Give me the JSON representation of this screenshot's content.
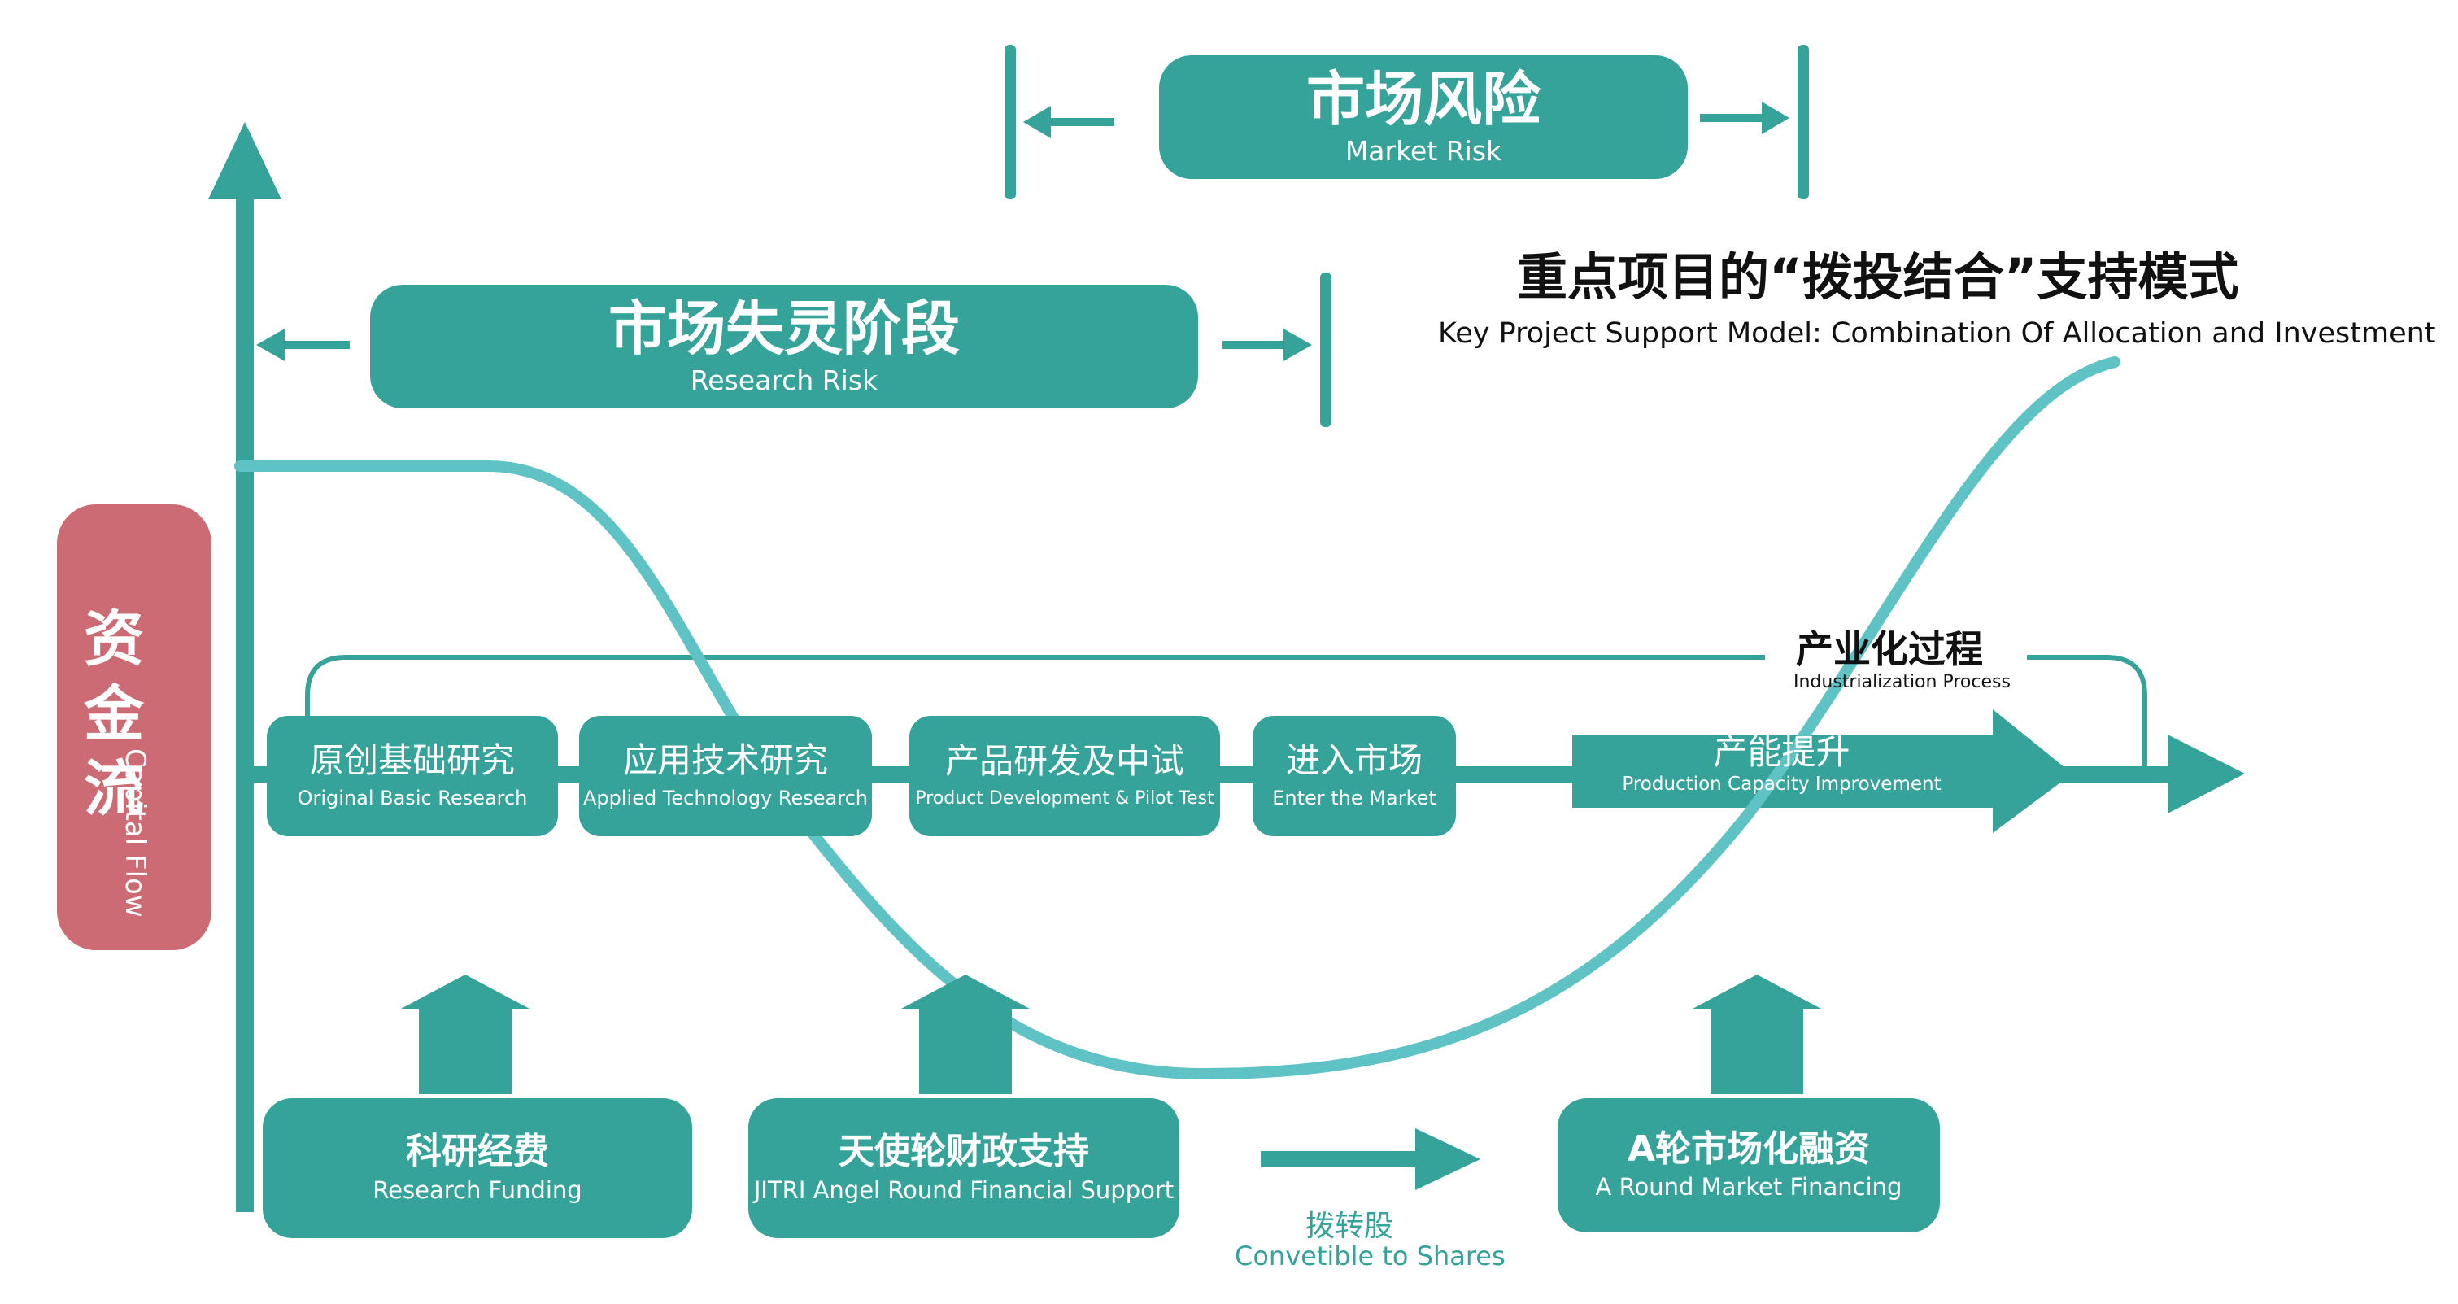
{
  "market_risk": {
    "zh": "市场风险",
    "en": "Market Risk"
  },
  "research_risk": {
    "zh": "市场失灵阶段",
    "en": "Research Risk"
  },
  "model_title": {
    "zh": "重点项目的“拨投结合”支持模式",
    "en": "Key Project Support Model: Combination Of Allocation and Investment"
  },
  "capital_flow": {
    "zh": "资金流",
    "en": "Capital Flow"
  },
  "industrialization": {
    "zh": "产业化过程",
    "en": "Industrialization Process"
  },
  "stages": [
    {
      "zh": "原创基础研究",
      "en": "Original Basic Research"
    },
    {
      "zh": "应用技术研究",
      "en": "Applied Technology Research"
    },
    {
      "zh": "产品研发及中试",
      "en": "Product Development & Pilot Test"
    },
    {
      "zh": "进入市场",
      "en": "Enter the Market"
    },
    {
      "zh": "产能提升",
      "en": "Production Capacity Improvement"
    }
  ],
  "funding": [
    {
      "zh": "科研经费",
      "en": "Research Funding"
    },
    {
      "zh": "天使轮财政支持",
      "en": "JITRI Angel Round Financial Support"
    },
    {
      "zh": "A轮市场化融资",
      "en": "A Round Market Financing"
    }
  ],
  "conversion": {
    "zh": "拨转股",
    "en": "Convetible to Shares"
  },
  "colors": {
    "teal": "#35a39a",
    "light_teal": "#5fc2c4",
    "capital_red": "#cc6b73",
    "text_dark": "#111111"
  }
}
